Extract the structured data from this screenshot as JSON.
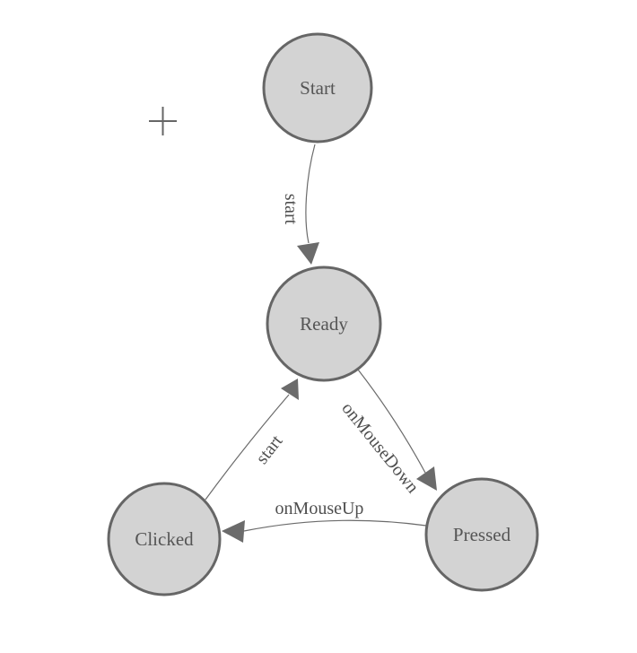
{
  "diagram": {
    "type": "state-machine",
    "colors": {
      "canvas_bg": "#ffffff",
      "node_fill": "#d3d3d3",
      "node_stroke": "#666666",
      "edge_color": "#6b6b6b",
      "node_label_color": "#555555",
      "edge_label_color": "#4f4f4f",
      "cursor_color": "#666666"
    },
    "nodes": [
      {
        "id": "start",
        "label": "Start"
      },
      {
        "id": "ready",
        "label": "Ready"
      },
      {
        "id": "clicked",
        "label": "Clicked"
      },
      {
        "id": "pressed",
        "label": "Pressed"
      }
    ],
    "edges": [
      {
        "from": "Start",
        "to": "Ready",
        "label": "start"
      },
      {
        "from": "Clicked",
        "to": "Ready",
        "label": "start"
      },
      {
        "from": "Ready",
        "to": "Pressed",
        "label": "onMouseDown"
      },
      {
        "from": "Pressed",
        "to": "Clicked",
        "label": "onMouseUp"
      }
    ],
    "cursor": {
      "glyph": "+",
      "description": "crosshair marker"
    }
  }
}
